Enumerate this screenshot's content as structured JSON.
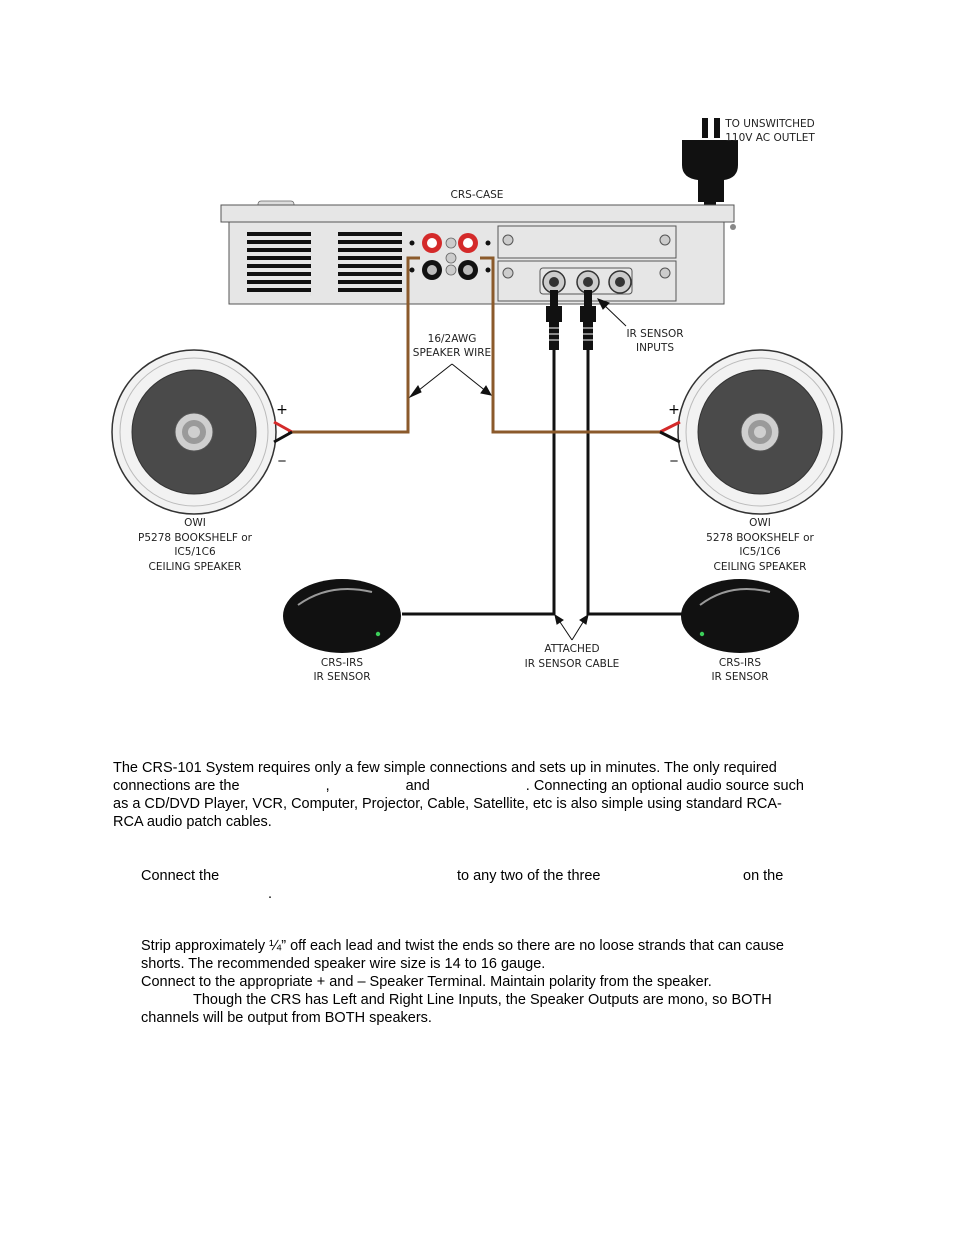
{
  "diagram": {
    "outlet_label_1": "TO UNSWITCHED",
    "outlet_label_2": "110V AC OUTLET",
    "case_label": "CRS-CASE",
    "speaker_wire_1": "16/2AWG",
    "speaker_wire_2": "SPEAKER WIRE",
    "ir_inputs_1": "IR SENSOR",
    "ir_inputs_2": "INPUTS",
    "left_speaker": [
      "OWI",
      "P5278 BOOKSHELF or",
      "IC5/1C6",
      "CEILING SPEAKER"
    ],
    "right_speaker": [
      "OWI",
      "5278 BOOKSHELF or",
      "IC5/1C6",
      "CEILING SPEAKER"
    ],
    "plus": "+",
    "minus": "_",
    "cable_1": "ATTACHED",
    "cable_2": "IR SENSOR CABLE",
    "sensor_1": "CRS-IRS",
    "sensor_2": "IR SENSOR",
    "colors": {
      "speaker_wire": "#8b5a2b",
      "positive_terminal": "#d42a2a",
      "case_fill": "#e6e6e6",
      "speaker_cone": "#4a4a4a"
    }
  },
  "text": {
    "intro_1": "The CRS-101 System requires only a few simple connections and sets up in minutes. The only required",
    "intro_2a": "connections are the",
    "intro_2b": ",",
    "intro_2c": "and",
    "intro_2d": ". Connecting an optional audio source such",
    "intro_3": "as a CD/DVD Player, VCR, Computer, Projector, Cable, Satellite, etc is also simple using standard RCA-",
    "intro_4": "RCA audio patch cables.",
    "step_a": "Connect the",
    "step_b": "to any two of the three",
    "step_c": "on the",
    "step_d": ".",
    "wire_1": "Strip approximately ¼” off each lead and twist the ends so there are no loose strands that can cause",
    "wire_2": "shorts. The recommended speaker wire size is 14 to 16 gauge.",
    "wire_3": "Connect to the appropriate + and – Speaker Terminal. Maintain polarity from the speaker.",
    "wire_4": "Though the CRS has Left and Right Line Inputs, the Speaker Outputs are mono, so BOTH",
    "wire_5": "channels will be output from BOTH speakers."
  }
}
